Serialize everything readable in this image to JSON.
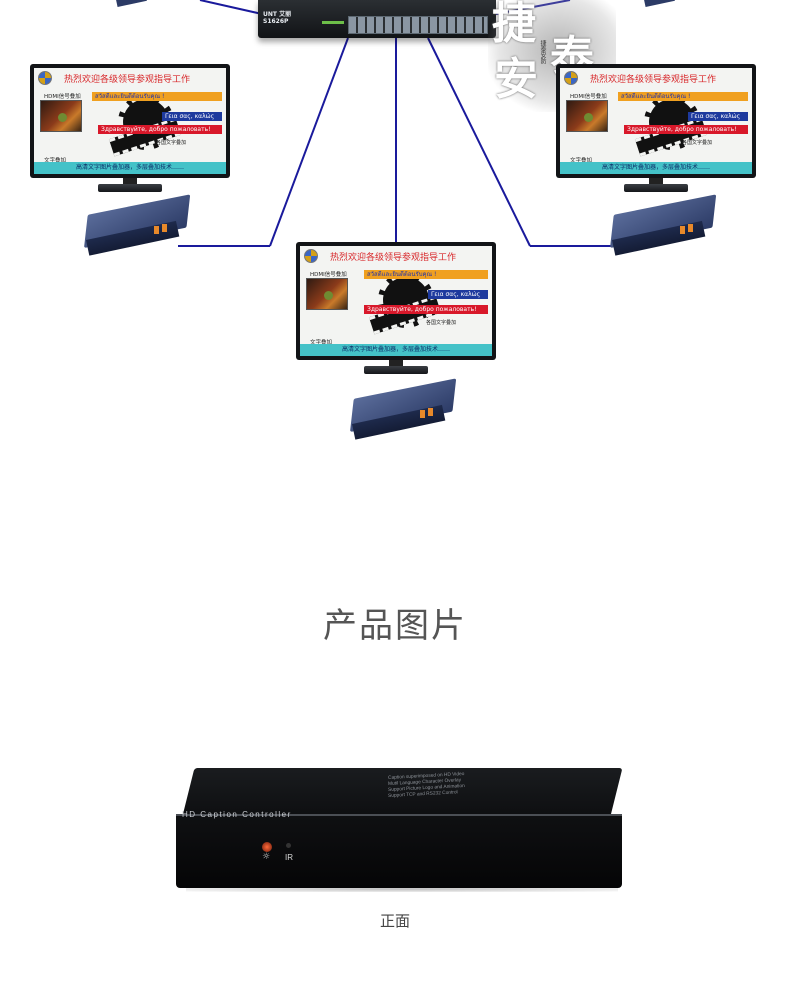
{
  "switch": {
    "brand_line1": "UNT 艾丽",
    "brand_line2": "S1626P"
  },
  "watermark": {
    "char1": "捷",
    "char2": "泰",
    "char3": "安",
    "vertical_text": "捷泰安防"
  },
  "screen": {
    "title": "热烈欢迎各级领导参观指导工作",
    "hdmi_label": "HDMI信号叠加",
    "thai_text": "สวัสดีและยินดีต้อนรับคุณ !",
    "greek_text": "Γεια σας, καλώς",
    "russian_text": "Здравствуйте, добро пожаловать!",
    "multi_lang_label": "各国文字叠加",
    "text_overlay_label": "文字叠加",
    "footer_text": "高清文字图片叠加器，多层叠加技术……"
  },
  "section": {
    "title": "产品图片"
  },
  "product": {
    "brand_text": "HD  Caption  Controller",
    "spec_lines": [
      "Caption superimposed on HD Video",
      "Mutil Language Character Overlay",
      "Support Picture Logo and Animation",
      "Support TCP and RS232 Control"
    ],
    "ir_label": "IR",
    "power_symbol": "☼"
  },
  "caption_front": "正面",
  "colors": {
    "accent_red": "#d8182a",
    "accent_blue": "#1e3a9e",
    "accent_orange": "#f0a020",
    "teal_footer": "#44c2c8"
  }
}
